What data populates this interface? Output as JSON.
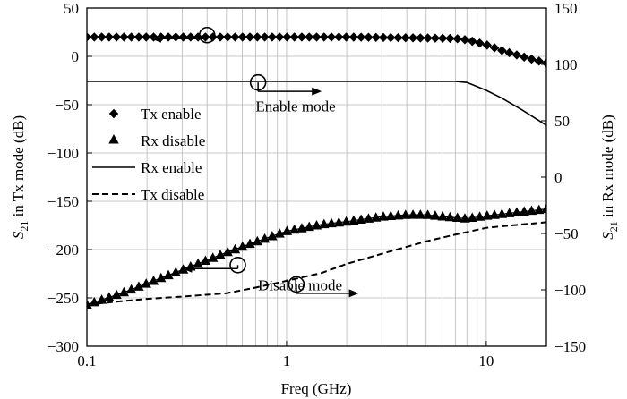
{
  "chart_data": {
    "type": "line",
    "xlabel": "Freq (GHz)",
    "ylabel_left": "S21 in Tx mode (dB)",
    "ylabel_right": "S21 in Rx mode (dB)",
    "ylabel_sub": "21",
    "ylabel_left_main": "S",
    "ylabel_left_rest": " in Tx mode (dB)",
    "ylabel_right_rest": " in Rx mode (dB)",
    "x_scale": "log",
    "xlim": [
      0.1,
      20
    ],
    "ylim_left": [
      -300,
      50
    ],
    "ylim_right": [
      -150,
      150
    ],
    "x_ticks": [
      0.1,
      1,
      10
    ],
    "x_tick_labels": [
      "0.1",
      "1",
      "10"
    ],
    "y_left_ticks": [
      50,
      0,
      -50,
      -100,
      -150,
      -200,
      -250,
      -300
    ],
    "y_left_tick_labels": [
      "50",
      "0",
      "−50",
      "−100",
      "−150",
      "−200",
      "−250",
      "−300"
    ],
    "y_right_ticks": [
      150,
      100,
      50,
      0,
      -50,
      -100,
      -150
    ],
    "y_right_tick_labels": [
      "150",
      "100",
      "50",
      "0",
      "−50",
      "−100",
      "−150"
    ],
    "grid": true,
    "legend_placement": "left",
    "series": [
      {
        "name": "Tx enable",
        "axis": "left",
        "style": "diamond-markers",
        "color": "#000000",
        "x": [
          0.1,
          0.2,
          0.5,
          1,
          2,
          5,
          7,
          8,
          10,
          12,
          15,
          20
        ],
        "y": [
          20,
          20,
          20,
          20,
          20,
          19,
          18.5,
          17,
          12,
          6,
          0,
          -7
        ]
      },
      {
        "name": "Rx disable",
        "axis": "left",
        "style": "triangle-markers",
        "color": "#000000",
        "x": [
          0.1,
          0.15,
          0.2,
          0.3,
          0.5,
          0.7,
          1,
          1.5,
          2,
          3,
          4,
          5,
          7,
          8,
          10,
          15,
          20
        ],
        "y": [
          -257,
          -245,
          -235,
          -221,
          -203,
          -192,
          -181,
          -174,
          -171,
          -166,
          -164,
          -164,
          -167,
          -168,
          -165,
          -161,
          -158
        ]
      },
      {
        "name": "Rx enable",
        "axis": "right",
        "style": "solid",
        "color": "#000000",
        "x": [
          0.1,
          0.5,
          1,
          2,
          5,
          7,
          8,
          10,
          12,
          15,
          20
        ],
        "y": [
          85,
          85,
          85,
          85,
          85,
          85,
          84,
          77,
          70,
          60,
          46
        ]
      },
      {
        "name": "Tx disable",
        "axis": "right",
        "style": "dashed",
        "color": "#000000",
        "x": [
          0.1,
          0.2,
          0.3,
          0.5,
          0.7,
          1,
          1.5,
          2,
          3,
          5,
          7,
          10,
          15,
          20
        ],
        "y": [
          -113,
          -108,
          -106,
          -103,
          -98,
          -92,
          -85,
          -77,
          -68,
          -57,
          -51,
          -45,
          -42,
          -40
        ]
      }
    ],
    "annotations": [
      {
        "text": "Enable mode",
        "x": 0.7,
        "y_left": -57
      },
      {
        "text": "Disable mode",
        "x": 0.72,
        "y_left": -242
      }
    ],
    "indicators": [
      {
        "x": 0.4,
        "y_left": 22,
        "direction": "left",
        "x_end": 0.21
      },
      {
        "x": 0.72,
        "y_left": -27,
        "direction": "right",
        "x_end": 1.5
      },
      {
        "x": 0.57,
        "y_left": -216,
        "direction": "left",
        "x_end": 0.3
      },
      {
        "x": 1.12,
        "y_left": -236,
        "direction": "right",
        "x_end": 2.3
      }
    ]
  }
}
